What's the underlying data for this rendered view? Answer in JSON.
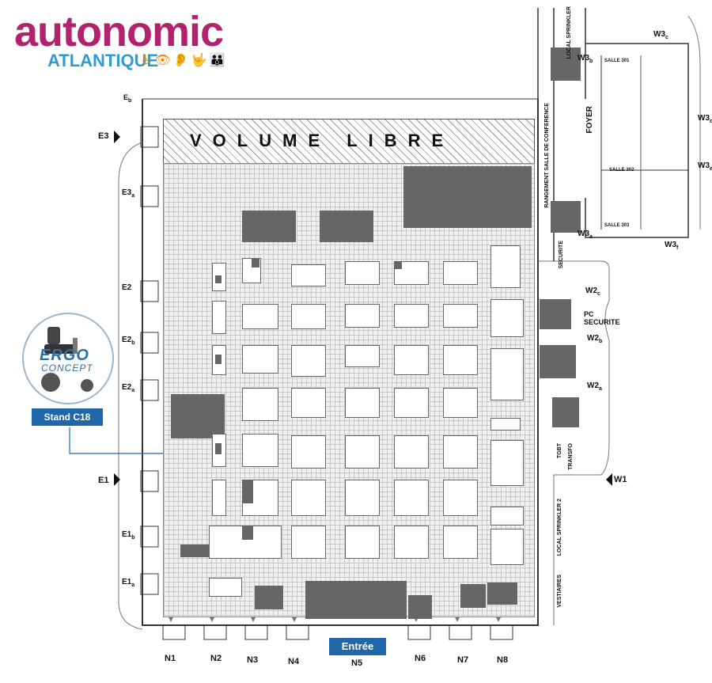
{
  "logo": {
    "main": "autonomic",
    "sub": "ATLANTIQUE",
    "access_icons": "♿👁👂🤟👪"
  },
  "hall": {
    "volume_libre": "VOLUME LIBRE"
  },
  "north_doors": [
    "N1",
    "N2",
    "N3",
    "N4",
    "N5",
    "N6",
    "N7",
    "N8"
  ],
  "west_doors": [
    {
      "label": "E3",
      "sub": ""
    },
    {
      "label": "E3",
      "sub": "a"
    },
    {
      "label": "E2",
      "sub": ""
    },
    {
      "label": "E2",
      "sub": "b"
    },
    {
      "label": "E2",
      "sub": "a"
    },
    {
      "label": "E1",
      "sub": ""
    },
    {
      "label": "E1",
      "sub": "b"
    },
    {
      "label": "E1",
      "sub": "a"
    }
  ],
  "top_left_door": {
    "label": "E",
    "sub": "b"
  },
  "east_doors": [
    {
      "label": "W3",
      "sub": "c"
    },
    {
      "label": "W3",
      "sub": "b"
    },
    {
      "label": "W3",
      "sub": "d"
    },
    {
      "label": "W3",
      "sub": "e"
    },
    {
      "label": "W3",
      "sub": "a"
    },
    {
      "label": "W3",
      "sub": "f"
    },
    {
      "label": "W2",
      "sub": "c"
    },
    {
      "label": "W2",
      "sub": "b"
    },
    {
      "label": "W2",
      "sub": "a"
    },
    {
      "label": "W1",
      "sub": ""
    }
  ],
  "rooms": {
    "salle301": "SALLE 301",
    "salle302": "SALLE 302",
    "salle303": "SALLE 303",
    "foyer": "FOYER",
    "conference": "RANGEMENT SALLE DE CONFERENCE",
    "securite": "SECURITE",
    "pc_securite": "PC SECURITE",
    "local_sprinkler": "LOCAL SPRINKLER",
    "local_sprinkler2": "LOCAL SPRINKLER 2",
    "tgbt": "TGBT",
    "transfo": "TRANSFO",
    "vestiaires": "VESTIAIRES"
  },
  "exhibitor": {
    "brand": "ERGO",
    "brand2": "CONCEPT",
    "stand_label": "Stand C18"
  },
  "entrance": {
    "label": "Entrée"
  }
}
